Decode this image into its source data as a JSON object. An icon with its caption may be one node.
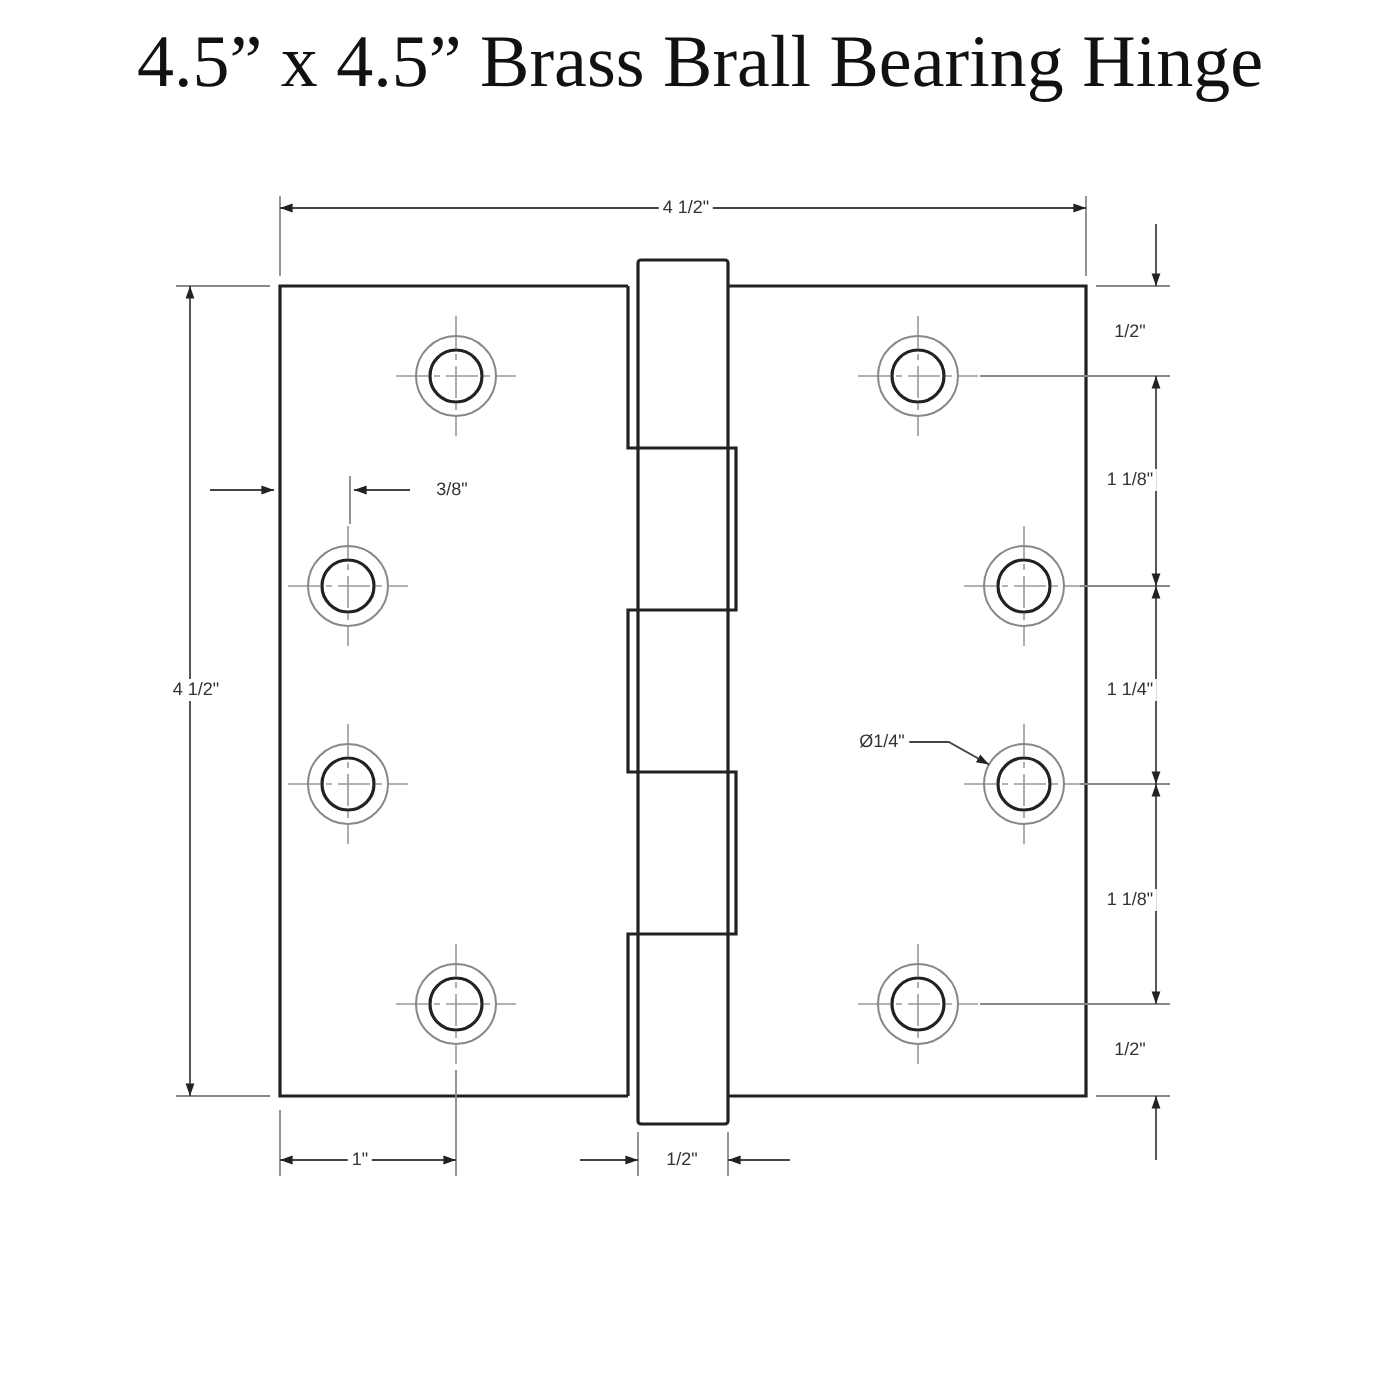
{
  "diagram": {
    "title": "4.5” x 4.5” Brass Brall Bearing Hinge",
    "nodes": [
      {
        "text": [
          "Ø1/4\""
        ]
      },
      {
        "text": [],
        "shape": "circle"
      },
      {
        "text": [],
        "shape": "circle"
      },
      {
        "text": [],
        "shape": "circle"
      },
      {
        "text": [],
        "shape": "circle"
      },
      {
        "text": [],
        "shape": "circle"
      },
      {
        "text": [],
        "shape": "circle"
      },
      {
        "text": [],
        "shape": "circle"
      },
      {
        "text": [],
        "shape": "circle"
      }
    ],
    "edges": [
      {
        "from": 0,
        "to": 6,
        "arrow": "to"
      }
    ],
    "labels": [
      "4 1/2\"",
      "1/2\"",
      "3/8\"",
      "1 1/8\"",
      "4 1/2\"",
      "1 1/4\"",
      "1 1/8\"",
      "1/2\"",
      "1\"",
      "1/2\""
    ]
  }
}
